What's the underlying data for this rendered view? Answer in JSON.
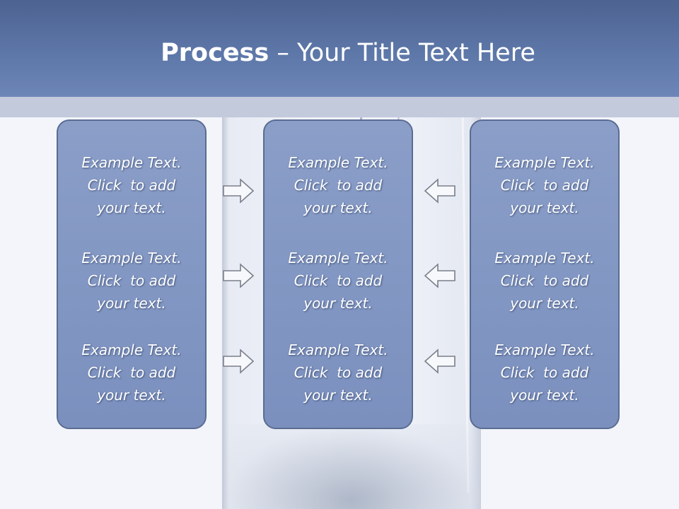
{
  "title": {
    "bold": "Process",
    "rest": " – Your Title Text Here"
  },
  "columns": [
    {
      "items": [
        "Example Text.\nClick  to add\nyour text.",
        "Example Text.\nClick  to add\nyour text.",
        "Example Text.\nClick  to add\nyour text."
      ]
    },
    {
      "items": [
        "Example Text.\nClick  to add\nyour text.",
        "Example Text.\nClick  to add\nyour text.",
        "Example Text.\nClick  to add\nyour text."
      ]
    },
    {
      "items": [
        "Example Text.\nClick  to add\nyour text.",
        "Example Text.\nClick  to add\nyour text.",
        "Example Text.\nClick  to add\nyour text."
      ]
    }
  ],
  "arrows": {
    "left_group": "right-arrow-icon",
    "right_group": "left-arrow-icon"
  },
  "colors": {
    "header": "#5d77a8",
    "box_fill": "#8196c4",
    "box_border": "#5a6c92",
    "text": "#ffffff"
  }
}
